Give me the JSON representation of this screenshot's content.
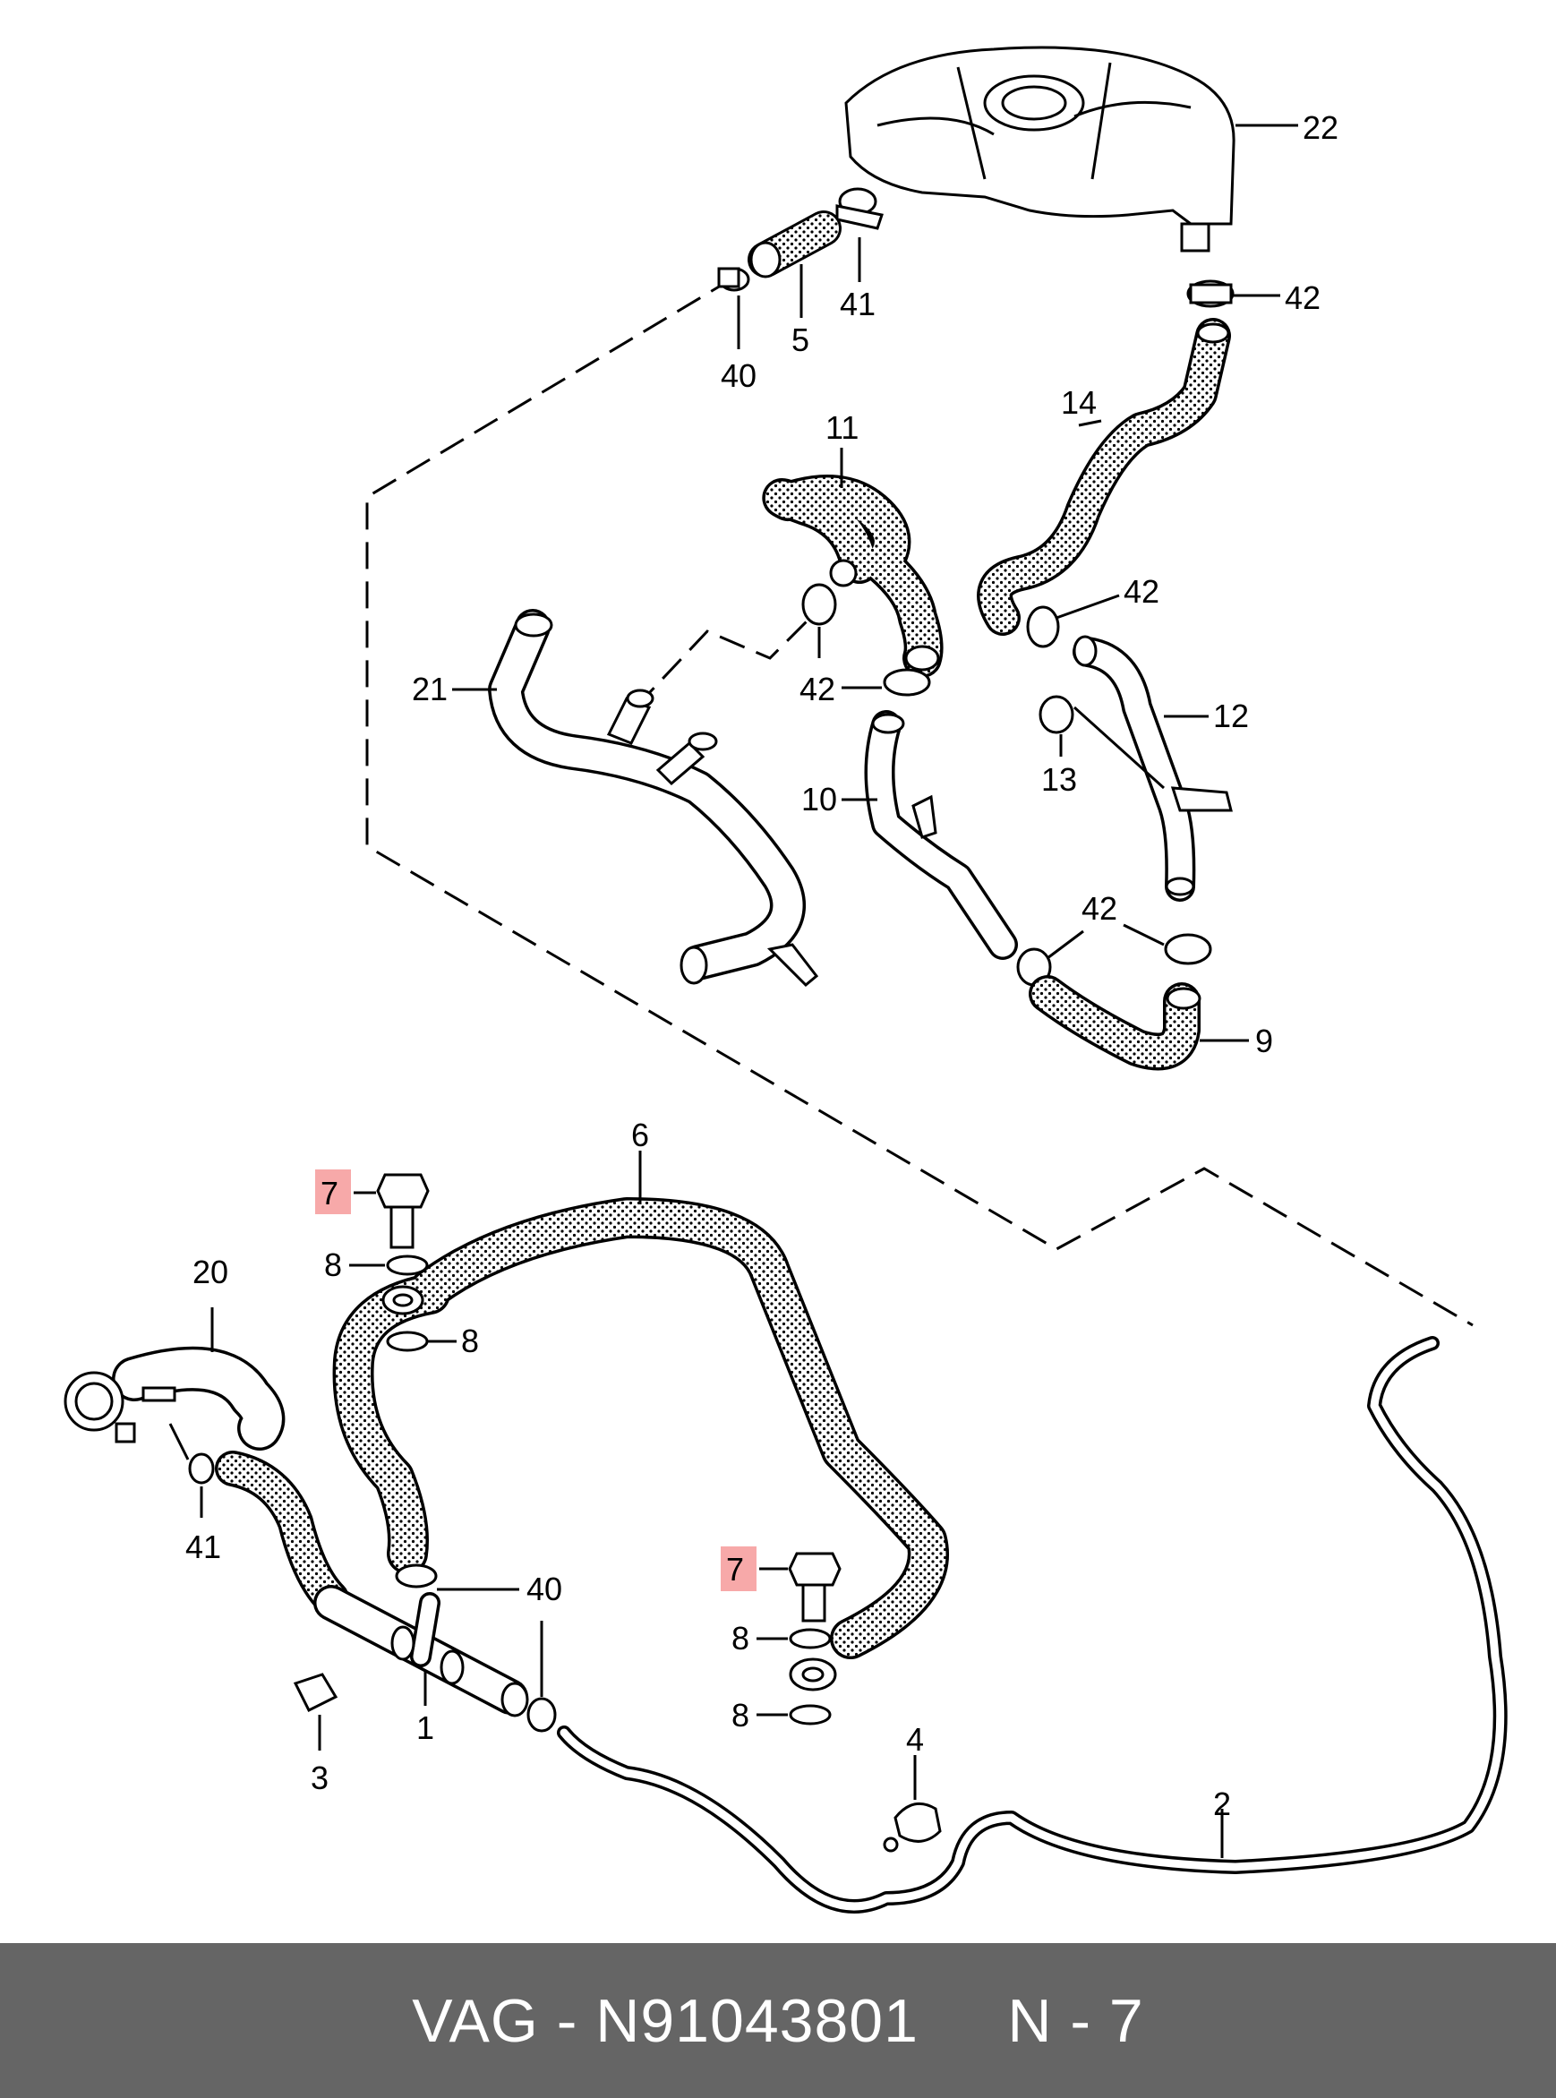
{
  "labels": {
    "p22": "22",
    "p42a": "42",
    "p41a": "41",
    "p5": "5",
    "p40a": "40",
    "p11": "11",
    "p14": "14",
    "p42b": "42",
    "p21": "21",
    "p42c": "42",
    "p12": "12",
    "p13": "13",
    "p10": "10",
    "p42d": "42",
    "p9": "9",
    "p6": "6",
    "p7a": "7",
    "p8a": "8",
    "p8b": "8",
    "p20": "20",
    "p41b": "41",
    "p40b": "40",
    "p7b": "7",
    "p8c": "8",
    "p8d": "8",
    "p1": "1",
    "p3": "3",
    "p4": "4",
    "p2": "2"
  },
  "colors": {
    "highlight": "#f7a9a9",
    "footer_bg": "#656565",
    "footer_text": "#ffffff"
  },
  "footer": {
    "brand": "VAG",
    "part_number": "N91043801",
    "ref": "N - 7"
  }
}
